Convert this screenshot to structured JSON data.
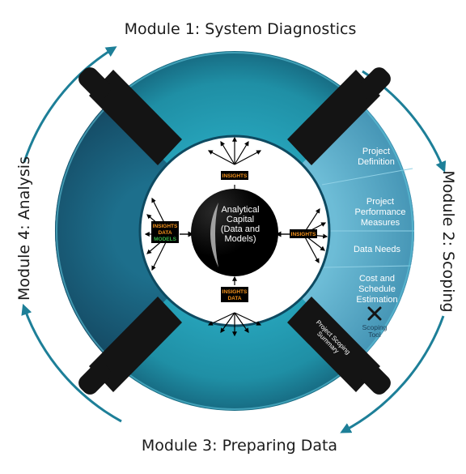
{
  "modules": {
    "m1": "Module 1: System Diagnostics",
    "m2": "Module 2: Scoping",
    "m3": "Module 3: Preparing Data",
    "m4": "Module 4: Analysis"
  },
  "scoping_items": [
    [
      "Project",
      "Definition"
    ],
    [
      "Project",
      "Performance",
      "Measures"
    ],
    [
      "Data Needs"
    ],
    [
      "Cost and",
      "Schedule",
      "Estimation"
    ]
  ],
  "scoping_tool": "Scoping\nTool",
  "project_scoping_summary": "Project Scoping\nSummary",
  "center": "Analytical\nCapital\n(Data and\nModels)",
  "tags": {
    "top": [
      {
        "text": "INSIGHTS",
        "color": "#f7941d"
      }
    ],
    "right": [
      {
        "text": "INSIGHTS",
        "color": "#f7941d"
      }
    ],
    "bottom": [
      {
        "text": "INSIGHTS",
        "color": "#f7941d"
      },
      {
        "text": "DATA",
        "color": "#f7941d"
      }
    ],
    "left": [
      {
        "text": "INSIGHTS",
        "color": "#f7941d"
      },
      {
        "text": "DATA",
        "color": "#f7941d"
      },
      {
        "text": "MODELS",
        "color": "#39b54a"
      }
    ]
  },
  "colors": {
    "ring_main": "#1f8fa5",
    "ring_dark": "#15607a",
    "scoping_segment": "#5aaecb",
    "strap": "#141414",
    "cycle_arrow": "#1d7f98",
    "core": "#000000"
  }
}
